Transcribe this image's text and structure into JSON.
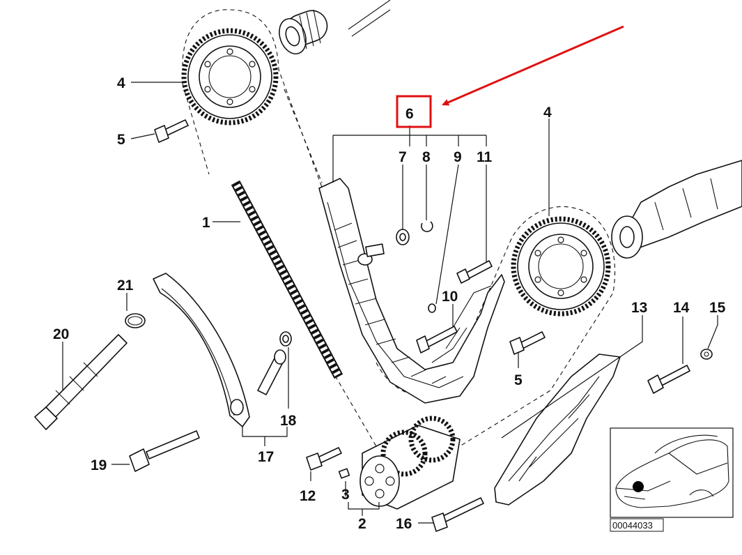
{
  "diagram": {
    "reference_number": "00044033",
    "highlight_color": "#e01010",
    "highlighted_part": "6",
    "callouts": [
      {
        "id": "c1",
        "label": "1"
      },
      {
        "id": "c2",
        "label": "2"
      },
      {
        "id": "c3",
        "label": "3"
      },
      {
        "id": "c4a",
        "label": "4"
      },
      {
        "id": "c4b",
        "label": "4"
      },
      {
        "id": "c5a",
        "label": "5"
      },
      {
        "id": "c5b",
        "label": "5"
      },
      {
        "id": "c6",
        "label": "6"
      },
      {
        "id": "c7",
        "label": "7"
      },
      {
        "id": "c8",
        "label": "8"
      },
      {
        "id": "c9",
        "label": "9"
      },
      {
        "id": "c10",
        "label": "10"
      },
      {
        "id": "c11",
        "label": "11"
      },
      {
        "id": "c12",
        "label": "12"
      },
      {
        "id": "c13",
        "label": "13"
      },
      {
        "id": "c14",
        "label": "14"
      },
      {
        "id": "c15",
        "label": "15"
      },
      {
        "id": "c16",
        "label": "16"
      },
      {
        "id": "c17",
        "label": "17"
      },
      {
        "id": "c18",
        "label": "18"
      },
      {
        "id": "c19",
        "label": "19"
      },
      {
        "id": "c20",
        "label": "20"
      },
      {
        "id": "c21",
        "label": "21"
      }
    ]
  }
}
